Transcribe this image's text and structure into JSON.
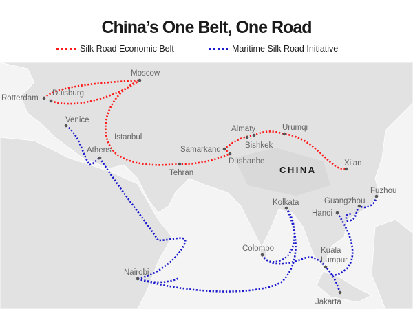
{
  "title": "China’s One Belt, One Road",
  "legend": [
    {
      "label": "Silk Road Economic Belt",
      "color": "#ff1a1a"
    },
    {
      "label": "Maritime Silk Road Initiative",
      "color": "#1a1acc"
    }
  ],
  "country_label": "CHINA",
  "cities": {
    "moscow": "Moscow",
    "rotterdam": "Rotterdam",
    "duisburg": "Duisburg",
    "venice": "Venice",
    "istanbul": "Istanbul",
    "athens": "Athens",
    "tehran": "Tehran",
    "samarkand": "Samarkand",
    "dushanbe": "Dushanbe",
    "almaty": "Almaty",
    "bishkek": "Bishkek",
    "urumqi": "Urumqi",
    "xian": "Xi’an",
    "kolkata": "Kolkata",
    "fuzhou": "Fuzhou",
    "guangzhou": "Guangzhou",
    "hanoi": "Hanoi",
    "colombo": "Colombo",
    "kuala": "Kuala",
    "lumpur": "Lumpur",
    "jakarta": "Jakarta",
    "nairobi": "Nairobi"
  }
}
